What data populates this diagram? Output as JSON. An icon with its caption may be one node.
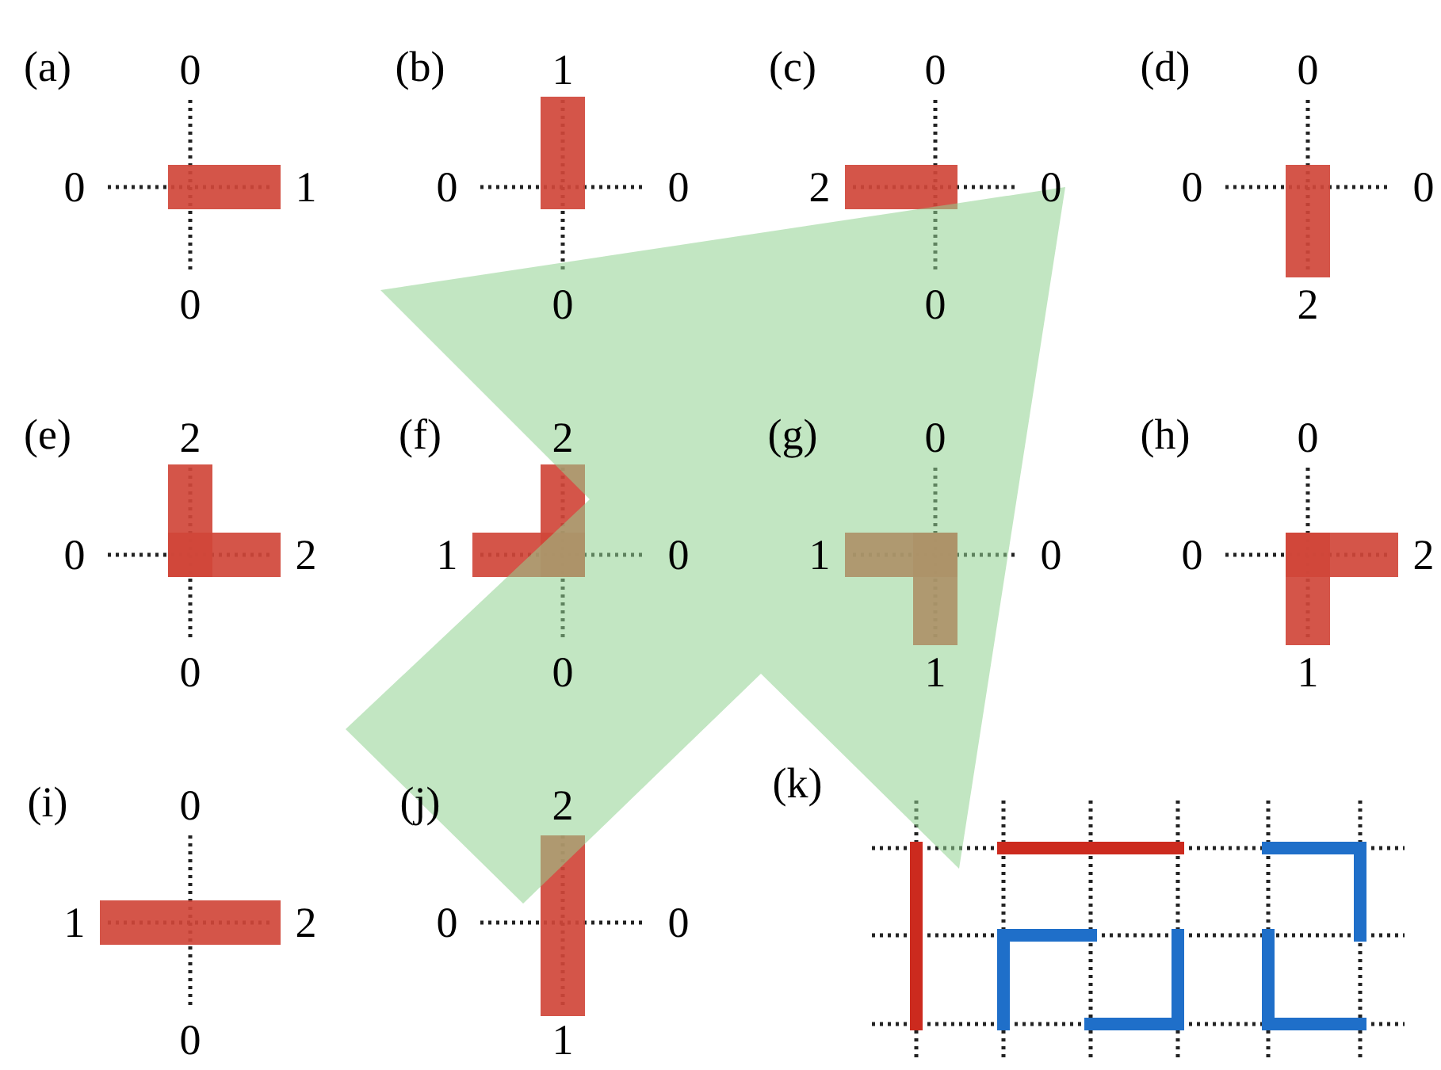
{
  "diagram": {
    "labels": [
      "(a)",
      "0",
      "0",
      "1",
      "0",
      "(b)",
      "1",
      "0",
      "0",
      "0",
      "(c)",
      "0",
      "2",
      "0",
      "0",
      "(d)",
      "0",
      "0",
      "0",
      "2",
      "(e)",
      "2",
      "0",
      "2",
      "0",
      "(f)",
      "2",
      "1",
      "0",
      "0",
      "(g)",
      "0",
      "1",
      "0",
      "1",
      "(h)",
      "0",
      "0",
      "2",
      "1",
      "(i)",
      "0",
      "1",
      "2",
      "0",
      "(j)",
      "2",
      "0",
      "0",
      "1",
      "(k)"
    ]
  }
}
